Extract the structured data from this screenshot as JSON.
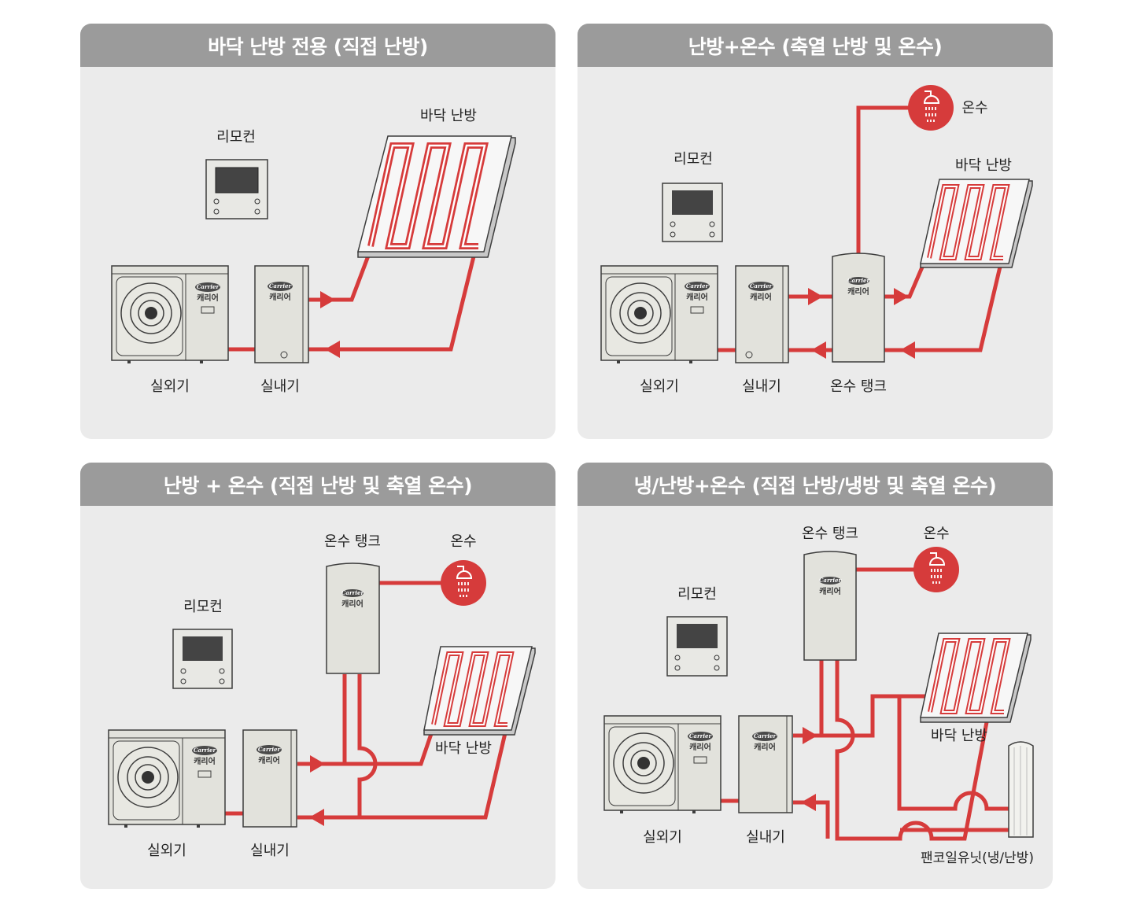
{
  "colors": {
    "pipe": "#d63b3b",
    "header_bg": "#9b9b9b",
    "panel_bg": "#ebebeb",
    "unit": "#e2e2dc",
    "outline": "#3d3d3d"
  },
  "brand": {
    "logo": "Carrier",
    "korean": "캐리어"
  },
  "panels": [
    {
      "title": "바닥 난방 전용 (직접 난방)",
      "labels": {
        "remote": "리모컨",
        "floor": "바닥 난방",
        "outdoor": "실외기",
        "indoor": "실내기"
      }
    },
    {
      "title": "난방+온수 (축열 난방 및 온수)",
      "labels": {
        "remote": "리모컨",
        "hotwater": "온수",
        "floor": "바닥 난방",
        "outdoor": "실외기",
        "indoor": "실내기",
        "tank": "온수 탱크"
      }
    },
    {
      "title": "난방 + 온수 (직접 난방 및 축열 온수)",
      "labels": {
        "tank": "온수 탱크",
        "hotwater": "온수",
        "remote": "리모컨",
        "floor": "바닥 난방",
        "outdoor": "실외기",
        "indoor": "실내기"
      }
    },
    {
      "title": "냉/난방+온수 (직접 난방/냉방 및 축열 온수)",
      "labels": {
        "tank": "온수 탱크",
        "hotwater": "온수",
        "remote": "리모컨",
        "floor": "바닥 난방",
        "outdoor": "실외기",
        "indoor": "실내기",
        "fancoil": "팬코일유닛(냉/난방)"
      }
    }
  ]
}
